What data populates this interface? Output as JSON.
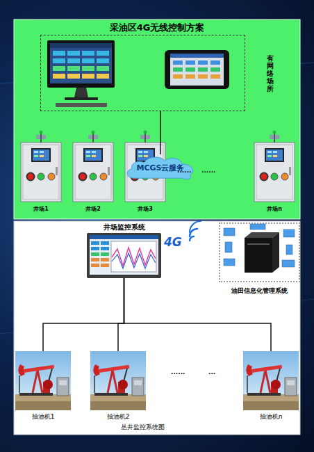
{
  "diagram": {
    "title": "采油区4G无线控制方案",
    "caption": "丛井监控系统图",
    "nodes": [
      {
        "text": [
          "有网络场所"
        ]
      },
      {
        "text": [
          "MCGS云服务"
        ]
      },
      {
        "text": [
          "井场1"
        ]
      },
      {
        "text": [
          "井场2"
        ]
      },
      {
        "text": [
          "井场3"
        ]
      },
      {
        "text": [
          "井场n"
        ]
      },
      {
        "text": [
          "井场监控系统"
        ]
      },
      {
        "text": [
          "油田信息化管理系统"
        ]
      },
      {
        "text": [
          "抽油机1"
        ]
      },
      {
        "text": [
          "抽油机2"
        ]
      },
      {
        "text": [
          "抽油机n"
        ]
      }
    ],
    "edges": [
      {
        "from": 0,
        "to": 1,
        "arrow": "none"
      },
      {
        "from": 6,
        "to": 8,
        "arrow": "none"
      },
      {
        "from": 6,
        "to": 9,
        "arrow": "none"
      },
      {
        "from": 6,
        "to": 10,
        "arrow": "none"
      }
    ],
    "labels": [
      "......",
      "......",
      "4G",
      "......",
      "..."
    ]
  }
}
